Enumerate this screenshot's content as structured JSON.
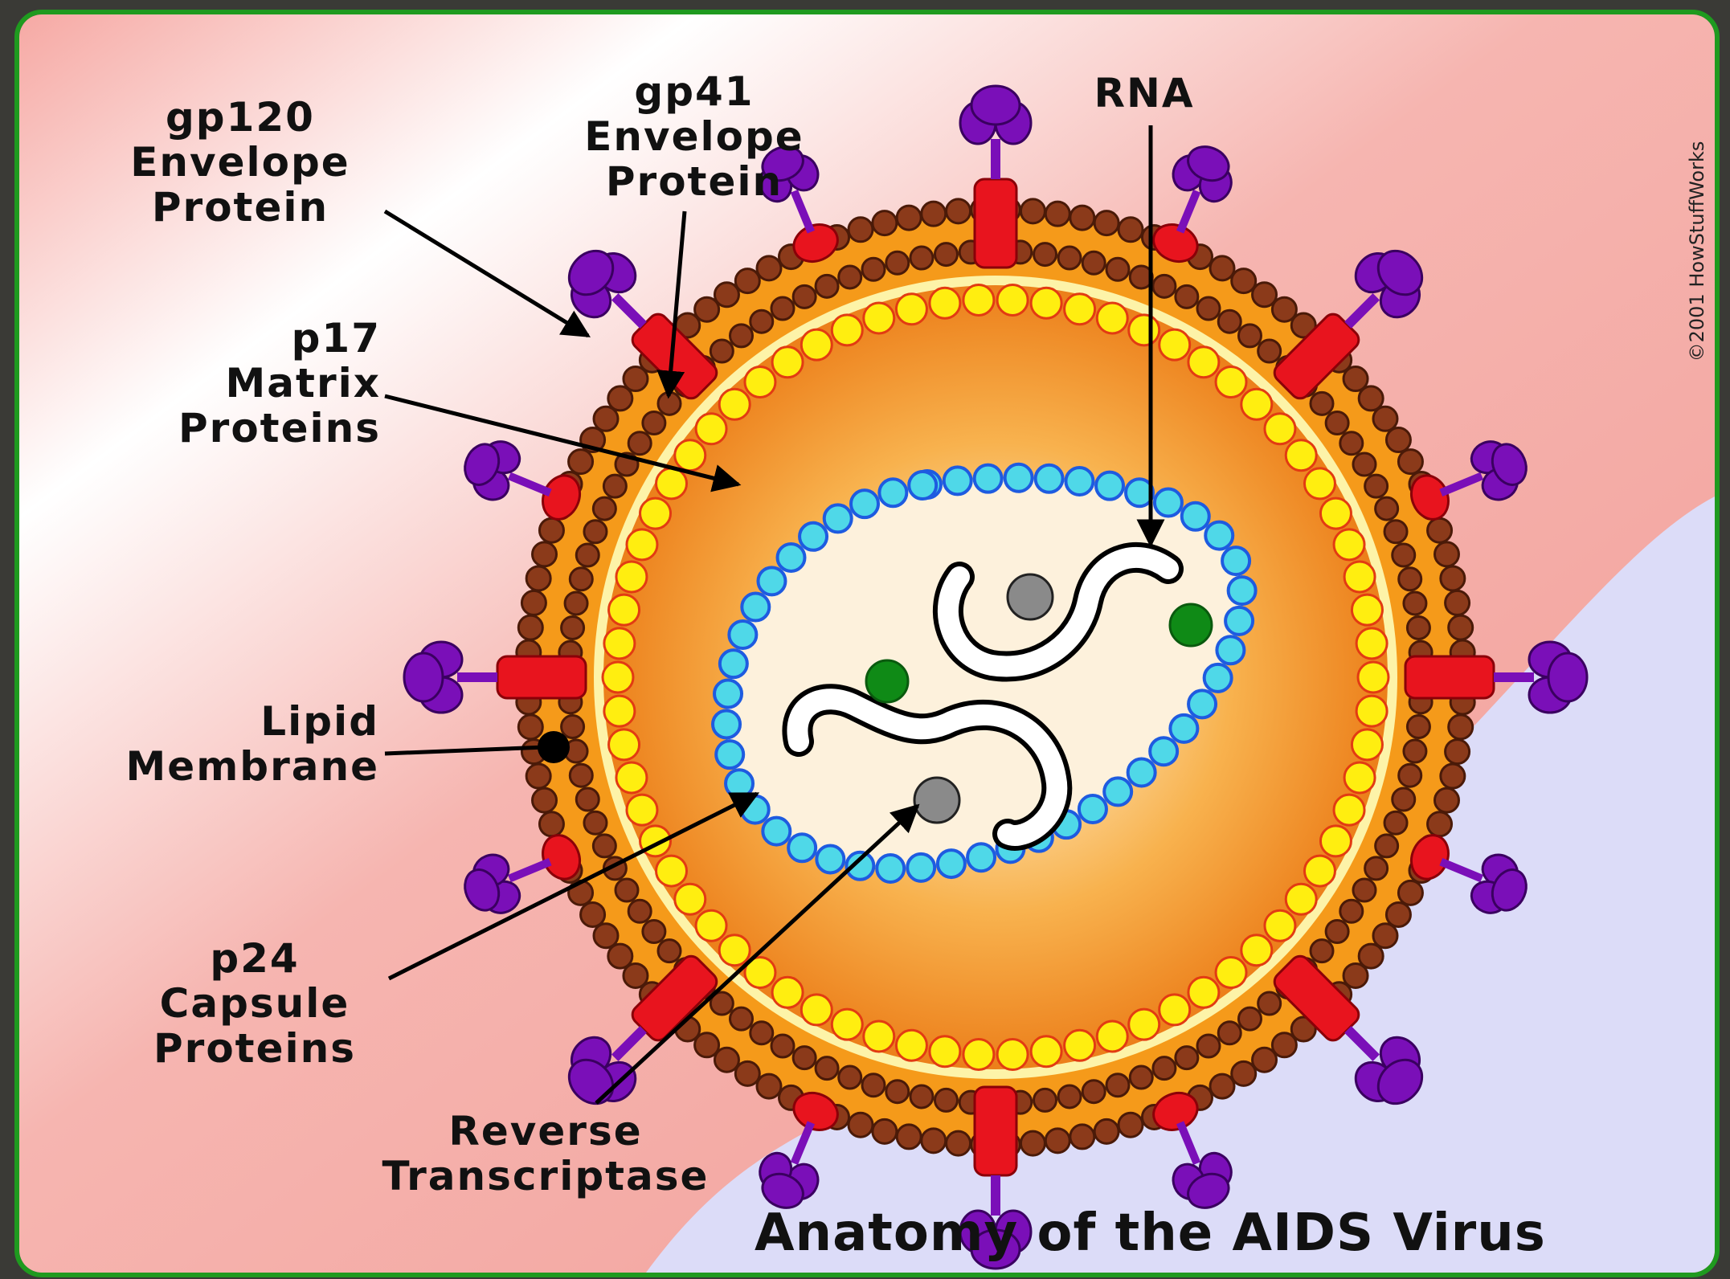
{
  "labels": {
    "gp120": [
      "gp120",
      "Envelope",
      "Protein"
    ],
    "gp41": [
      "gp41",
      "Envelope",
      "Protein"
    ],
    "rna": [
      "RNA"
    ],
    "p17": [
      "p17",
      "Matrix",
      "Proteins"
    ],
    "lipid": [
      "Lipid",
      "Membrane"
    ],
    "p24": [
      "p24",
      "Capsule",
      "Proteins"
    ],
    "reverse_transcriptase": [
      "Reverse",
      "Transcriptase"
    ]
  },
  "title": "Anatomy of the AIDS Virus",
  "copyright": "©2001 HowStuffWorks",
  "colors": {
    "frame": "#1f9a1f",
    "background_pink": "#f4a9a4",
    "background_lavender": "#dcdcf8",
    "envelope_orange": "#f59a1a",
    "lipid_bead_brown": "#8b3a1a",
    "spike_red": "#e8141e",
    "knob_purple": "#7a0fb8",
    "matrix_yellow": "#ffee10",
    "capsid_cyan": "#4fd8e8",
    "core_cream": "#fdf1dc",
    "enzyme_gray": "#8a8a8a",
    "protein_green": "#0f8a16"
  }
}
